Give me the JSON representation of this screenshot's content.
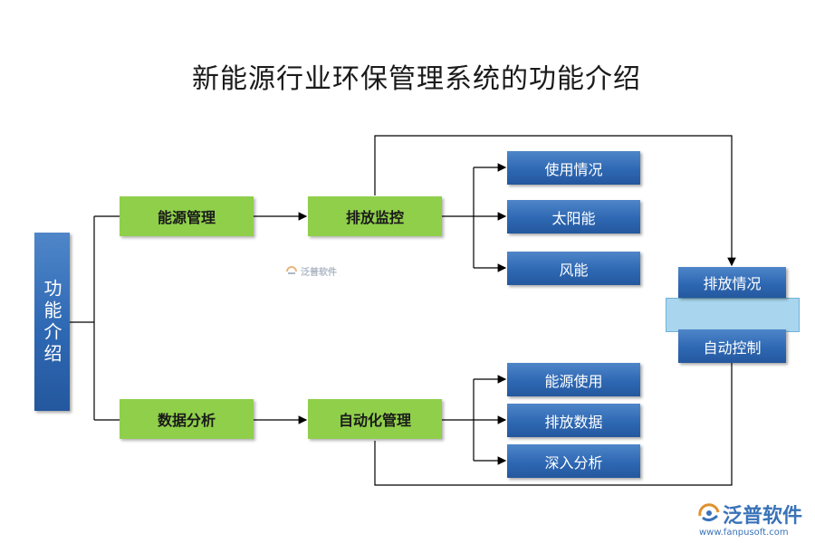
{
  "title": "新能源行业环保管理系统的功能介绍",
  "root": {
    "label": "功能介绍"
  },
  "level1": {
    "energy_management": "能源管理",
    "data_analysis": "数据分析"
  },
  "level2": {
    "emission_monitoring": "排放监控",
    "automation_management": "自动化管理"
  },
  "monitoring_children": [
    "使用情况",
    "太阳能",
    "风能"
  ],
  "automation_children": [
    "能源使用",
    "排放数据",
    "深入分析"
  ],
  "right_panel": {
    "emission_status": "排放情况",
    "auto_control": "自动控制"
  },
  "watermark": {
    "center_text": "泛普软件"
  },
  "brand": {
    "name": "泛普软件",
    "url": "www.fanpusoft.com"
  },
  "colors": {
    "blue": "#2e68b3",
    "green": "#8fcf4a",
    "light_blue": "#a9d6ee",
    "brand": "#3a73b8"
  }
}
